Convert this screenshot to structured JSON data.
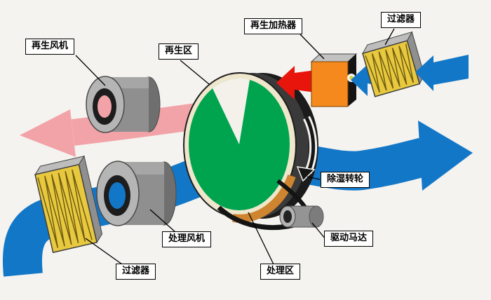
{
  "diagram": {
    "type": "rotary-desiccant-dehumidifier-schematic",
    "labels": {
      "regen_fan": "再生风机",
      "regen_zone": "再生区",
      "regen_heater": "再生加热器",
      "filter_top": "过滤器",
      "wheel": "除湿转轮",
      "motor": "驱动马达",
      "proc_fan": "处理风机",
      "filter_bottom": "过滤器",
      "proc_zone": "处理区"
    },
    "colors": {
      "process_air": "#1377c8",
      "regen_exhaust_air": "#f2a3a8",
      "hot_air": "#e8150c",
      "wheel_face": "#00a44f",
      "wheel_ring": "#efe7cc",
      "wheel_rim": "#1b1b1b",
      "wheel_rim_accent": "#cf8430",
      "heater_front": "#f5891d",
      "filter_media": "#e8c83e",
      "fan_body": "#8f8f8f",
      "background": "#f4f3ef"
    }
  }
}
